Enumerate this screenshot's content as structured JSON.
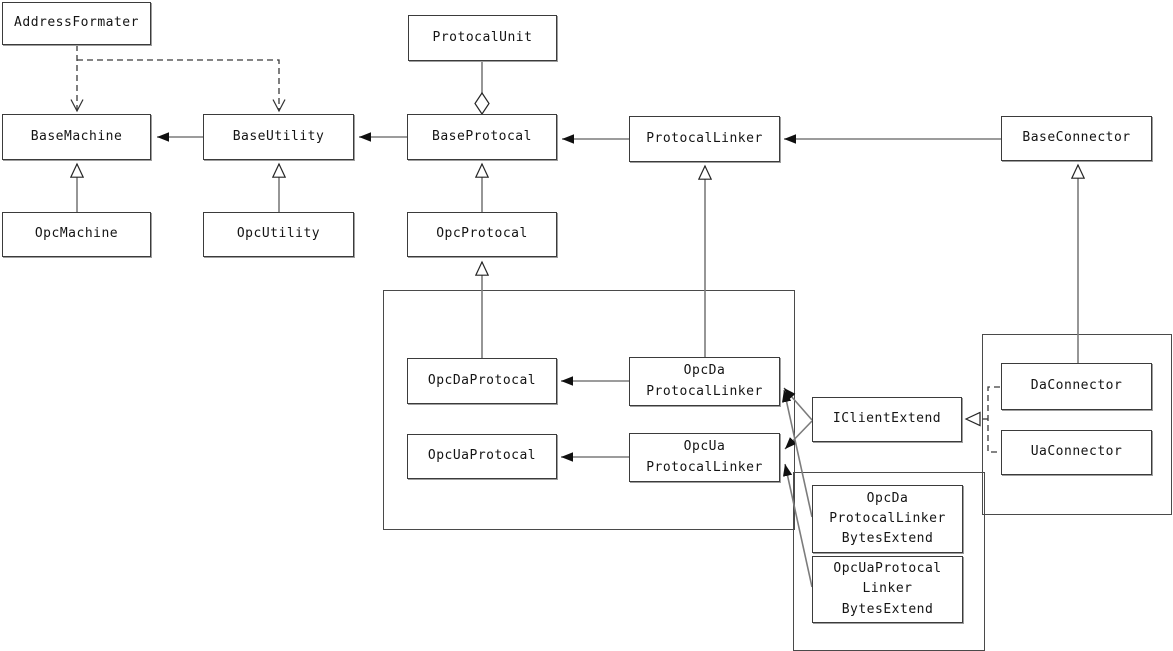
{
  "diagram": {
    "type": "uml-class-diagram",
    "nodes": {
      "address_formater": {
        "label": "AddressFormater"
      },
      "base_machine": {
        "label": "BaseMachine"
      },
      "base_utility": {
        "label": "BaseUtility"
      },
      "opc_machine": {
        "label": "OpcMachine"
      },
      "opc_utility": {
        "label": "OpcUtility"
      },
      "protocal_unit": {
        "label": "ProtocalUnit"
      },
      "base_protocal": {
        "label": "BaseProtocal"
      },
      "opc_protocal": {
        "label": "OpcProtocal"
      },
      "protocal_linker": {
        "label": "ProtocalLinker"
      },
      "base_connector": {
        "label": "BaseConnector"
      },
      "opc_da_protocal": {
        "label": "OpcDaProtocal"
      },
      "opc_ua_protocal": {
        "label": "OpcUaProtocal"
      },
      "opc_da_linker": {
        "lines": [
          "OpcDa",
          "ProtocalLinker"
        ]
      },
      "opc_ua_linker": {
        "lines": [
          "OpcUa",
          "ProtocalLinker"
        ]
      },
      "iclient_extend": {
        "label": "IClientExtend"
      },
      "da_connector": {
        "label": "DaConnector"
      },
      "ua_connector": {
        "label": "UaConnector"
      },
      "opc_da_bytes": {
        "lines": [
          "OpcDa",
          "ProtocalLinker",
          "BytesExtend"
        ]
      },
      "opc_ua_bytes": {
        "lines": [
          "OpcUaProtocal",
          "Linker",
          "BytesExtend"
        ]
      }
    },
    "relationships": [
      {
        "from": "AddressFormater",
        "to": "BaseMachine",
        "type": "dependency-dashed-open-arrow"
      },
      {
        "from": "AddressFormater",
        "to": "BaseUtility",
        "type": "dependency-dashed-open-arrow"
      },
      {
        "from": "BaseUtility",
        "to": "BaseMachine",
        "type": "association-filled-arrow"
      },
      {
        "from": "BaseProtocal",
        "to": "BaseUtility",
        "type": "association-filled-arrow"
      },
      {
        "from": "ProtocalLinker",
        "to": "BaseProtocal",
        "type": "association-filled-arrow"
      },
      {
        "from": "BaseConnector",
        "to": "ProtocalLinker",
        "type": "association-filled-arrow"
      },
      {
        "from": "ProtocalUnit",
        "to": "BaseProtocal",
        "type": "aggregation-open-diamond-at-baseprotocal"
      },
      {
        "from": "OpcMachine",
        "to": "BaseMachine",
        "type": "inheritance-open-triangle"
      },
      {
        "from": "OpcUtility",
        "to": "BaseUtility",
        "type": "inheritance-open-triangle"
      },
      {
        "from": "OpcProtocal",
        "to": "BaseProtocal",
        "type": "inheritance-open-triangle"
      },
      {
        "from": "OpcDaProtocal",
        "to": "OpcProtocal",
        "type": "inheritance-open-triangle"
      },
      {
        "from": "OpcDaProtocalLinker",
        "to": "ProtocalLinker",
        "type": "inheritance-open-triangle"
      },
      {
        "from": "DaConnector",
        "to": "BaseConnector",
        "type": "inheritance-open-triangle"
      },
      {
        "from": "OpcDaProtocalLinker",
        "to": "OpcDaProtocal",
        "type": "association-filled-arrow"
      },
      {
        "from": "OpcUaProtocalLinker",
        "to": "OpcUaProtocal",
        "type": "association-filled-arrow"
      },
      {
        "from": "IClientExtend",
        "to": "OpcDaProtocalLinker",
        "type": "association-filled-arrow"
      },
      {
        "from": "IClientExtend",
        "to": "OpcUaProtocalLinker",
        "type": "association-filled-arrow"
      },
      {
        "from": "OpcDaProtocalLinkerBytesExtend",
        "to": "OpcDaProtocalLinker",
        "type": "association-filled-arrow"
      },
      {
        "from": "OpcUaProtocalLinkerBytesExtend",
        "to": "OpcUaProtocalLinker",
        "type": "association-filled-arrow"
      },
      {
        "from": "DaConnector",
        "to": "IClientExtend",
        "type": "realization-dashed-open-triangle"
      },
      {
        "from": "UaConnector",
        "to": "IClientExtend",
        "type": "realization-dashed-open-triangle"
      }
    ],
    "colors": {
      "background": "#ffffff",
      "box_border": "#3b3b3b",
      "box_shadow": "#9e9e9e",
      "line": "#7c7c7c",
      "dashed_line": "#3a3a3a",
      "arrowhead_fill": "#101010",
      "text": "#141414"
    }
  }
}
